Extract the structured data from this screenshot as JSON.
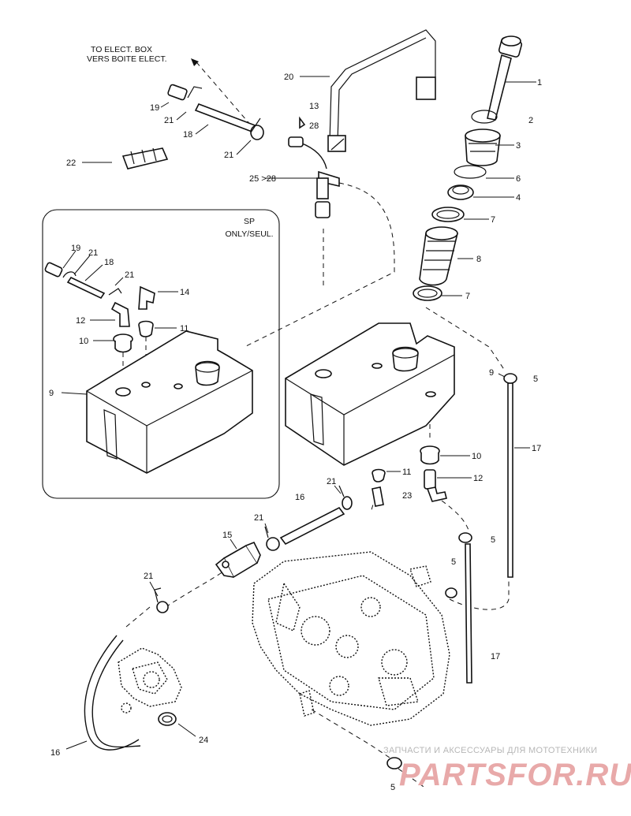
{
  "notes": {
    "elect_line1": "TO ELECT. BOX",
    "elect_line2": "VERS BOITE ELECT.",
    "sp_line1": "SP",
    "sp_line2": "ONLY/SEUL."
  },
  "callouts": [
    {
      "id": "c1",
      "label": "1"
    },
    {
      "id": "c2",
      "label": "2"
    },
    {
      "id": "c3",
      "label": "3"
    },
    {
      "id": "c6",
      "label": "6"
    },
    {
      "id": "c4",
      "label": "4"
    },
    {
      "id": "c7a",
      "label": "7"
    },
    {
      "id": "c8",
      "label": "8"
    },
    {
      "id": "c7b",
      "label": "7"
    },
    {
      "id": "c20",
      "label": "20"
    },
    {
      "id": "c13",
      "label": "13"
    },
    {
      "id": "c28",
      "label": "28"
    },
    {
      "id": "c25",
      "label": "25 >28"
    },
    {
      "id": "c19a",
      "label": "19"
    },
    {
      "id": "c21a",
      "label": "21"
    },
    {
      "id": "c18a",
      "label": "18"
    },
    {
      "id": "c21b",
      "label": "21"
    },
    {
      "id": "c22",
      "label": "22"
    },
    {
      "id": "c19b",
      "label": "19"
    },
    {
      "id": "c21c",
      "label": "21"
    },
    {
      "id": "c18b",
      "label": "18"
    },
    {
      "id": "c21d",
      "label": "21"
    },
    {
      "id": "c14",
      "label": "14"
    },
    {
      "id": "c12a",
      "label": "12"
    },
    {
      "id": "c11a",
      "label": "11"
    },
    {
      "id": "c10a",
      "label": "10"
    },
    {
      "id": "c9a",
      "label": "9"
    },
    {
      "id": "c9b",
      "label": "9"
    },
    {
      "id": "c5a",
      "label": "5"
    },
    {
      "id": "c17a",
      "label": "17"
    },
    {
      "id": "c10b",
      "label": "10"
    },
    {
      "id": "c11b",
      "label": "11"
    },
    {
      "id": "c12b",
      "label": "12"
    },
    {
      "id": "c21e",
      "label": "21"
    },
    {
      "id": "c16a",
      "label": "16"
    },
    {
      "id": "c23",
      "label": "23"
    },
    {
      "id": "c21f",
      "label": "21"
    },
    {
      "id": "c15",
      "label": "15"
    },
    {
      "id": "c5b",
      "label": "5"
    },
    {
      "id": "c5c",
      "label": "5"
    },
    {
      "id": "c21g",
      "label": "21"
    },
    {
      "id": "c17b",
      "label": "17"
    },
    {
      "id": "c24",
      "label": "24"
    },
    {
      "id": "c16b",
      "label": "16"
    },
    {
      "id": "c5d",
      "label": "5"
    }
  ],
  "watermark": {
    "caption": "ЗАПЧАСТИ И АКСЕССУАРЫ ДЛЯ МОТОТЕХНИКИ",
    "brand": "PARTSFOR.RU"
  }
}
